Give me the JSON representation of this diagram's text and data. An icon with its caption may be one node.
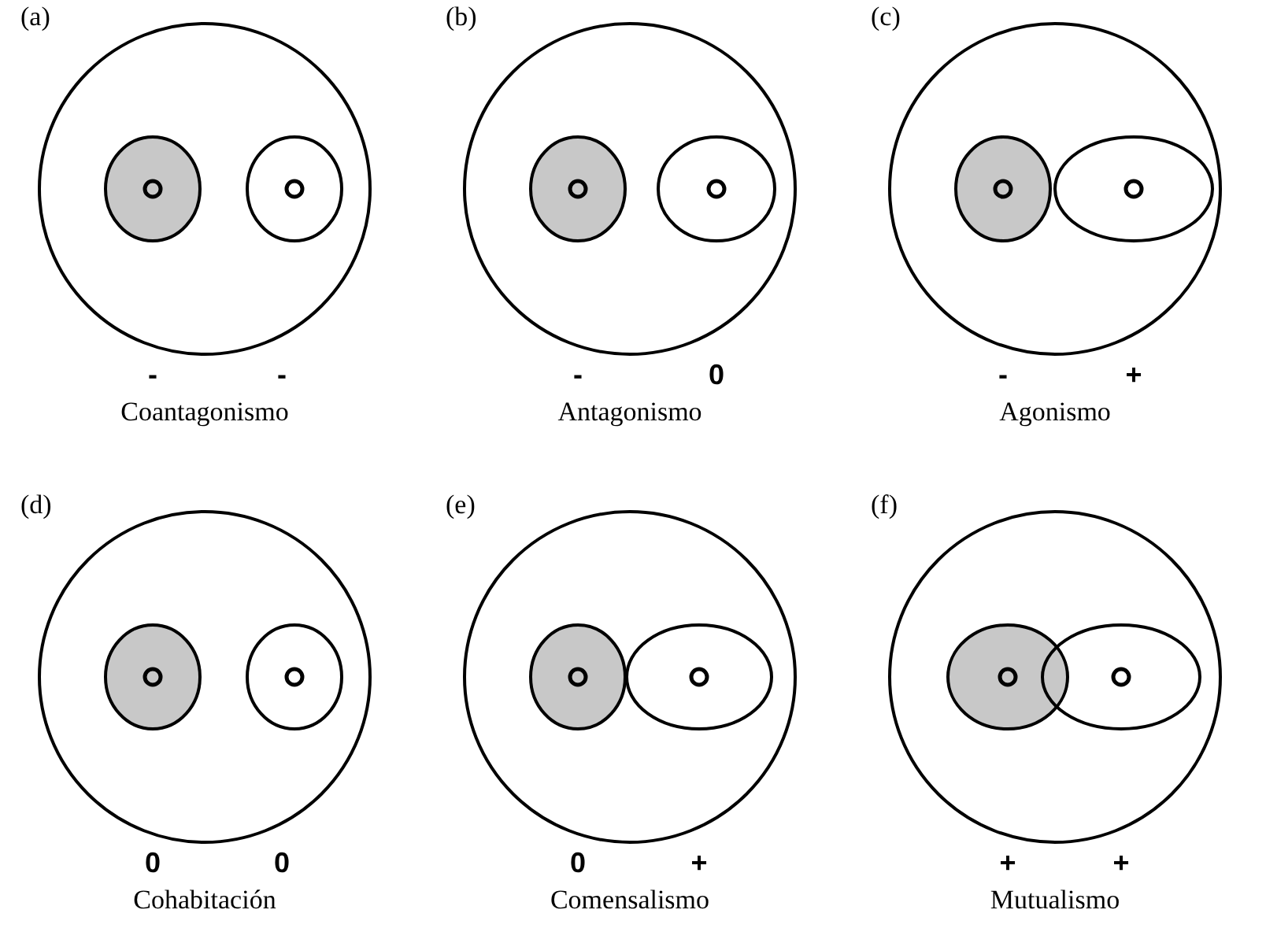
{
  "diagram": {
    "labels": [
      "(a)",
      "-",
      "-",
      "Coantagonismo",
      "(b)",
      "-",
      "0",
      "Antagonismo",
      "(c)",
      "-",
      "+",
      "Agonismo",
      "(d)",
      "0",
      "0",
      "Cohabitación",
      "(e)",
      "0",
      "+",
      "Comensalismo",
      "(f)",
      "+",
      "+",
      "Mutualismo"
    ]
  }
}
